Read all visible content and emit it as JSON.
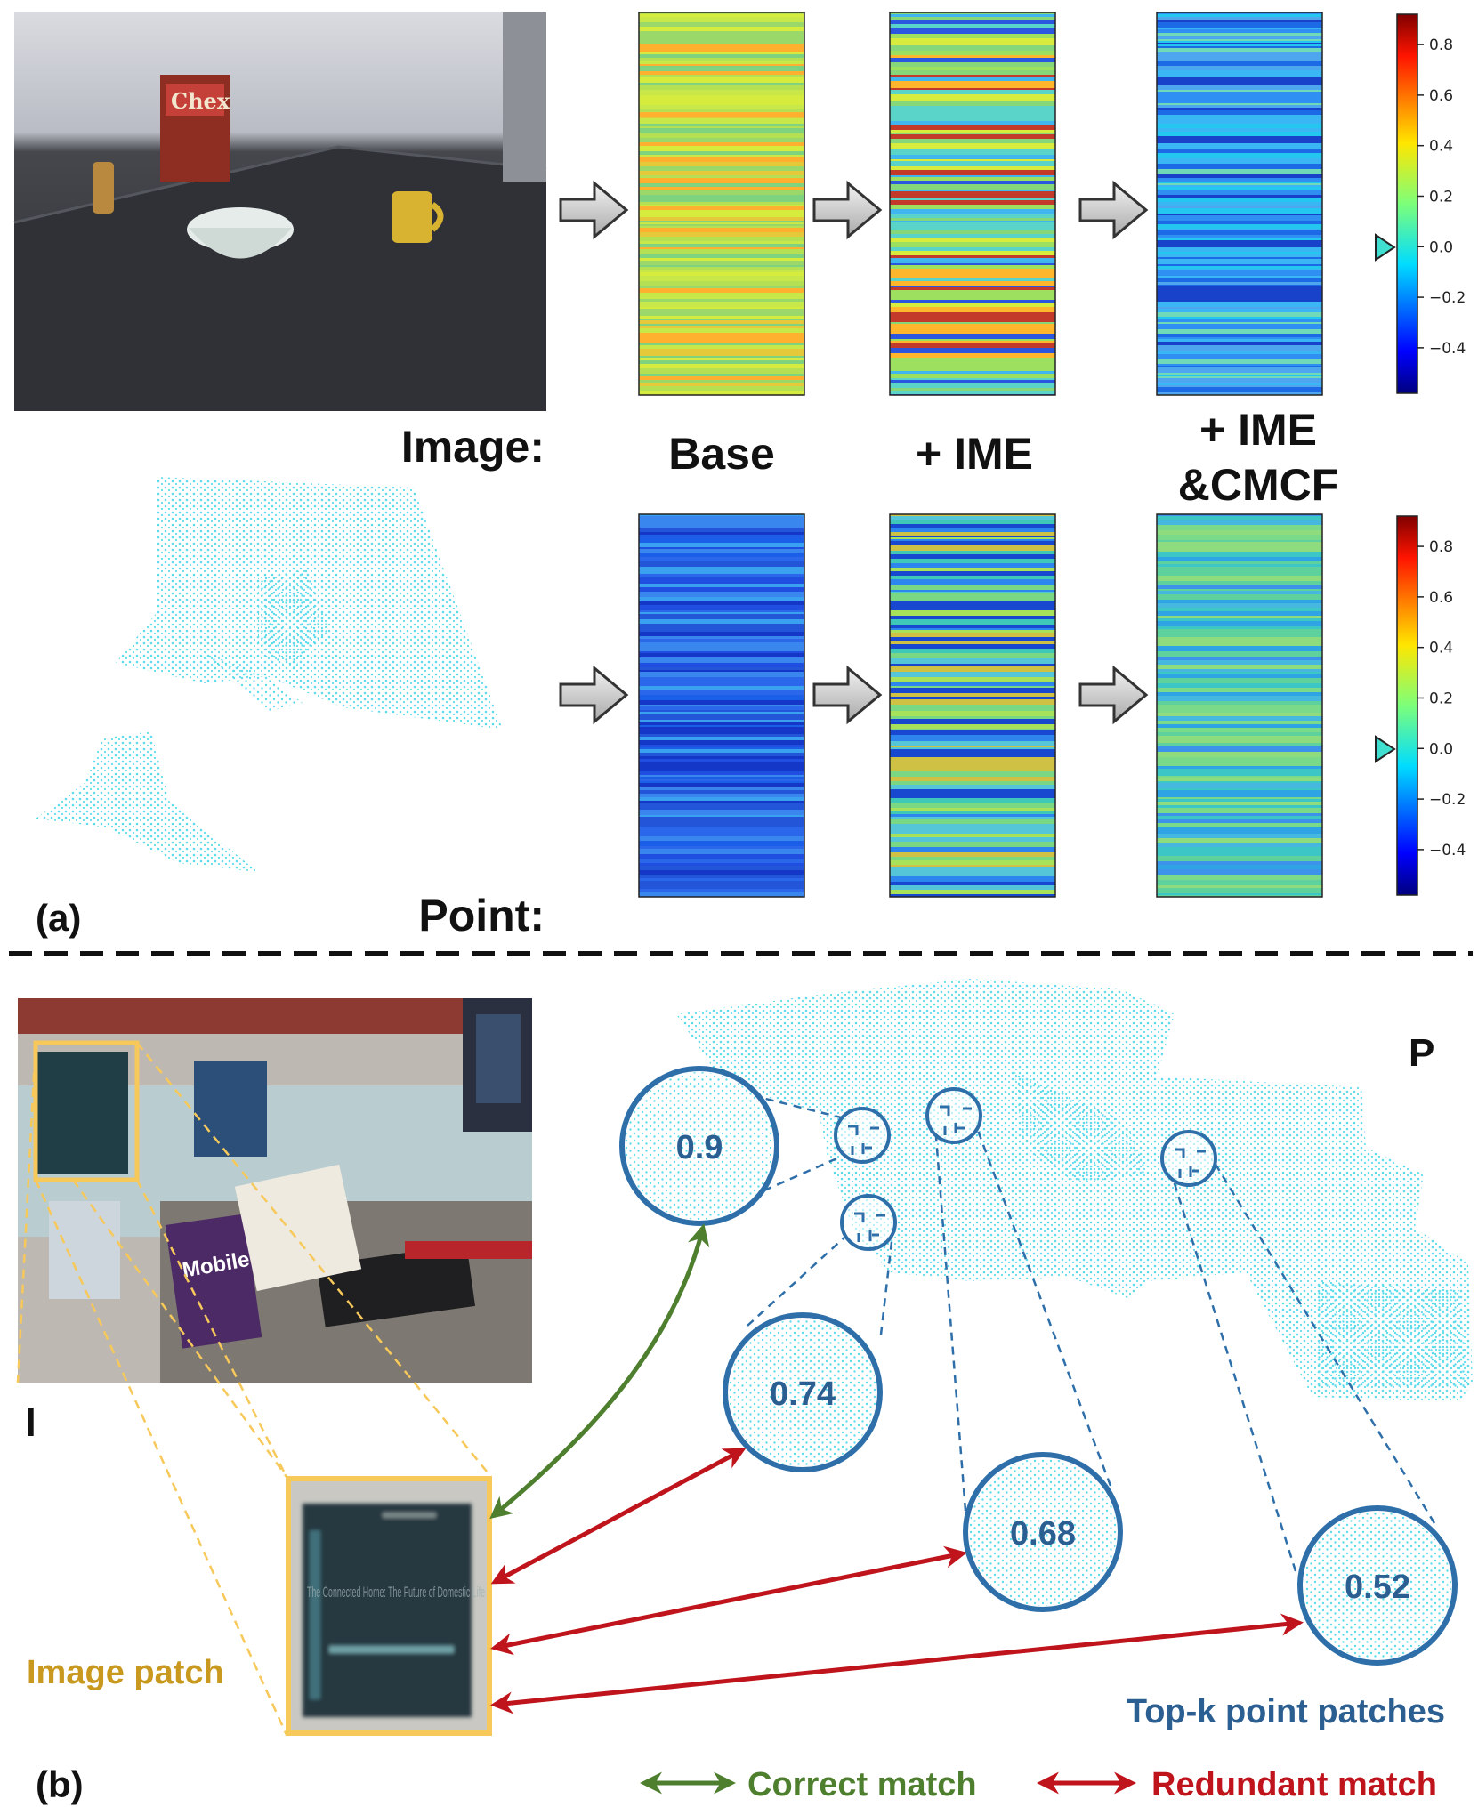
{
  "panel_a": {
    "tag": "(a)",
    "row_image_label": "Image:",
    "row_point_label": "Point:",
    "columns": [
      {
        "title": "Base"
      },
      {
        "title": "+ IME"
      },
      {
        "title_line1": "+ IME",
        "title_line2": "&CMCF"
      }
    ],
    "colorbar": {
      "ticks": [
        "0.8",
        "0.6",
        "0.4",
        "0.2",
        "0.0",
        "−0.2",
        "−0.4"
      ],
      "marker_value": 0.0,
      "range": [
        -0.58,
        0.92
      ]
    },
    "image_row_tones": [
      "yellow-green",
      "mixed",
      "blue-cyan"
    ],
    "point_row_tones": [
      "deep-blue",
      "mixed-green",
      "cyan-green"
    ]
  },
  "panel_b": {
    "tag": "(b)",
    "image_symbol": "I",
    "point_symbol": "P",
    "image_patch_label": "Image patch",
    "topk_label": "Top-k point patches",
    "scores": [
      "0.9",
      "0.74",
      "0.68",
      "0.52"
    ],
    "legend": {
      "correct": "Correct match",
      "redundant": "Redundant match"
    },
    "book_title": "The Connected Home: The Future of Domestic Life",
    "book_small": "Mobile"
  },
  "colors": {
    "correct": "#4e7f2e",
    "redundant": "#c0141c",
    "circle": "#2e6faa",
    "points": "#5fdcec",
    "patch_border": "#f7c85a",
    "patch_label": "#c9981f",
    "topk_label": "#2c5f91"
  }
}
